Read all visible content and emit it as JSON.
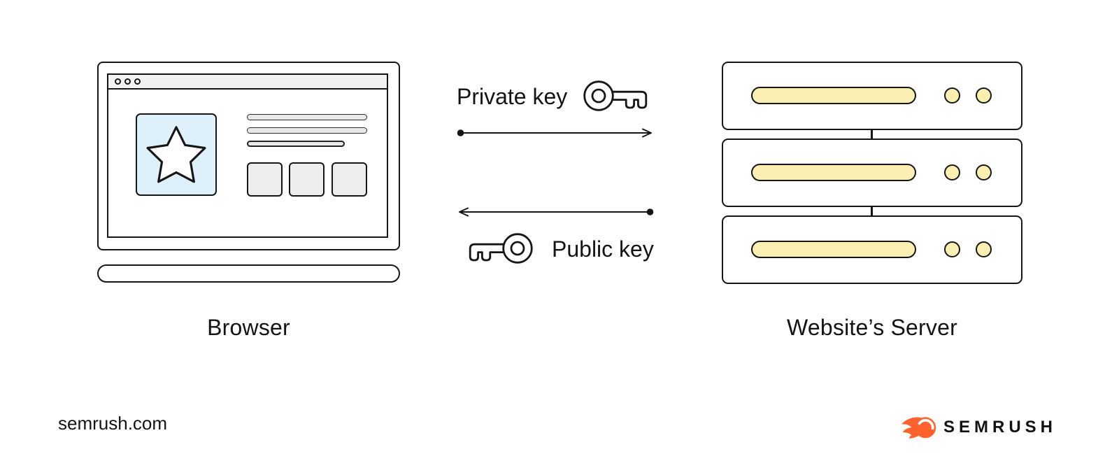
{
  "diagram": {
    "browser": {
      "label": "Browser"
    },
    "exchange": {
      "private_key_label": "Private key",
      "public_key_label": "Public key"
    },
    "server": {
      "label": "Website’s Server"
    }
  },
  "footer": {
    "site_text": "semrush.com",
    "brand_text": "SEMRUSH"
  },
  "icons": {
    "window_dots": "window-dot-icon",
    "star_tile": "star-icon",
    "private_key": "key-icon",
    "public_key": "key-icon",
    "browser_to_server": "arrow-right-icon",
    "server_to_browser": "arrow-left-icon",
    "brand": "semrush-flame-icon"
  },
  "colors": {
    "ink": "#161616",
    "accent-yellow": "#faefb2",
    "accent-blue": "#def0fa",
    "panel-gray": "#f2f2f2",
    "light-gray": "#ededed",
    "line-gray": "#e8e8e8",
    "brand-orange": "#ff622d"
  }
}
